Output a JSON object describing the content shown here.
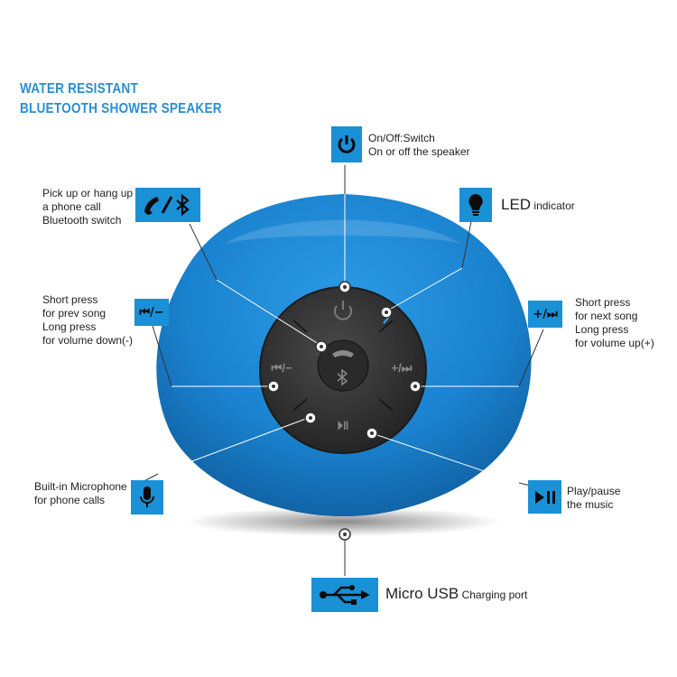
{
  "title": {
    "line1": "WATER RESISTANT",
    "line2": "BLUETOOTH SHOWER SPEAKER"
  },
  "colors": {
    "title": "#2a8fd0",
    "icon_box": "#1a90d6",
    "speaker_body": "#1880cf",
    "control_panel": "#2b2b2b"
  },
  "callouts": {
    "power": {
      "icon": "power-icon",
      "line1": "On/Off:Switch",
      "line2": "On or off the speaker"
    },
    "led": {
      "icon": "bulb-icon",
      "big": "LED",
      "small": "indicator"
    },
    "phone": {
      "icon": "phone-bluetooth-icon",
      "line1": "Pick up or hang up",
      "line2": "a phone call",
      "line3": "Bluetooth switch"
    },
    "prev": {
      "icon": "prev-volume-down-icon",
      "glyph": "⏮/−",
      "line1": "Short press",
      "line2": "for prev song",
      "line3": "Long press",
      "line4": "for volume down(-)"
    },
    "next": {
      "icon": "volume-up-next-icon",
      "glyph": "+/⏭",
      "line1": "Short press",
      "line2": "for next song",
      "line3": "Long press",
      "line4": "for volume up(+)"
    },
    "mic": {
      "icon": "microphone-icon",
      "line1": "Built-in Microphone",
      "line2": "for phone calls"
    },
    "play": {
      "icon": "play-pause-icon",
      "line1": "Play/pause",
      "line2": "the music"
    },
    "usb": {
      "icon": "usb-icon",
      "big": "Micro USB",
      "small": "Charging port"
    }
  },
  "speaker": {
    "buttons": {
      "prev": "⏮/−",
      "next": "+/⏭",
      "play": "⏵‖"
    }
  }
}
